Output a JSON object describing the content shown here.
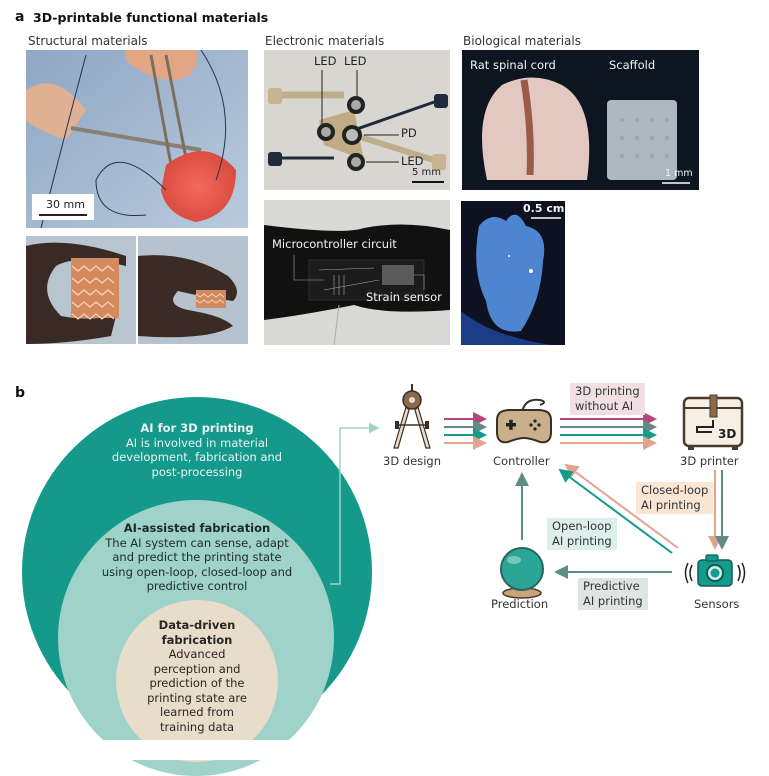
{
  "panel_a": {
    "letter": "a",
    "title": "3D-printable functional materials",
    "structural": {
      "label": "Structural materials",
      "scale_bar": "30 mm"
    },
    "electronic": {
      "label": "Electronic materials",
      "annotations": [
        "LED",
        "LED",
        "PD",
        "LED"
      ],
      "scale_bar": "5 mm",
      "wearable_annotations": [
        "Microcontroller circuit",
        "Strain sensor"
      ]
    },
    "biological": {
      "label": "Biological materials",
      "left_caption": "Rat spinal cord",
      "right_caption": "Scaffold",
      "scale_bar": "1 mm",
      "heart_scale_bar": "0.5 cm"
    }
  },
  "panel_b": {
    "letter": "b",
    "circles": {
      "outer": {
        "title": "AI for 3D printing",
        "body": "AI is involved in material development, fabrication and post-processing",
        "color": "#14998a"
      },
      "middle": {
        "title": "AI-assisted fabrication",
        "body": "The AI system can sense, adapt and predict the printing state using open-loop, closed-loop and predictive control",
        "color": "#9fd2c8"
      },
      "inner": {
        "title": "Data-driven fabrication",
        "body": "Advanced perception and prediction of the printing state are learned from training data",
        "color": "#e8dccb"
      }
    },
    "nodes": {
      "design": "3D design",
      "controller": "Controller",
      "printer": "3D printer",
      "prediction": "Prediction",
      "sensors": "Sensors"
    },
    "printer_mark": "3D",
    "tags": {
      "without_ai": {
        "line1": "3D printing",
        "line2": "without AI",
        "color": "#f2dfe3"
      },
      "closed_loop": {
        "line1": "Closed-loop",
        "line2": "AI printing",
        "color": "#fbe6d6"
      },
      "open_loop": {
        "line1": "Open-loop",
        "line2": "AI printing",
        "color": "#dcefeb"
      },
      "predictive": {
        "line1": "Predictive",
        "line2": "AI printing",
        "color": "#dfe5e3"
      }
    },
    "arrow_colors": {
      "magenta": "#b5457a",
      "slate": "#5f8d86",
      "teal": "#159a8b",
      "salmon": "#e0a48f"
    }
  }
}
